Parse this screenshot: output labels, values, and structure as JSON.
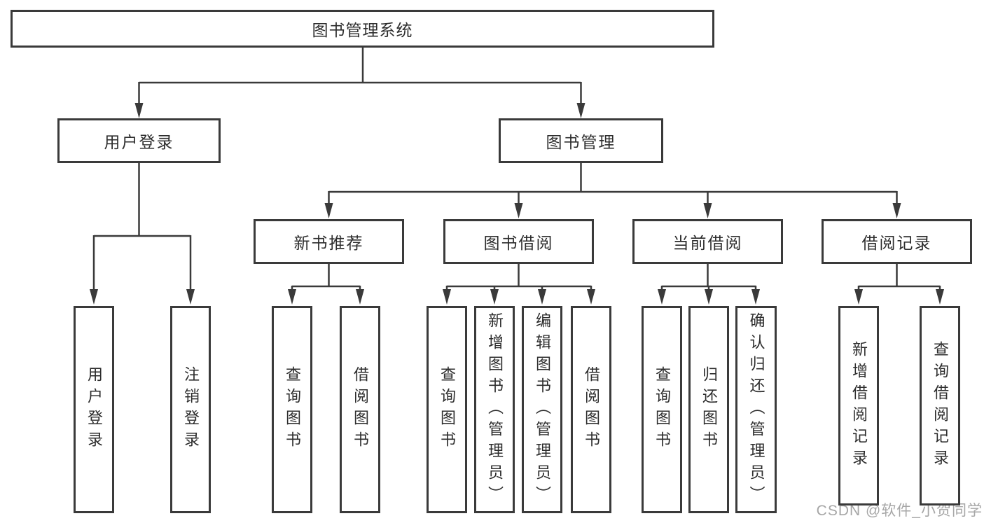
{
  "diagram_title": "图书管理系统",
  "colors": {
    "line": "#3a3a3a",
    "box_border": "#3a3a3a",
    "text": "#2d2d2d",
    "watermark": "#a6a6a6",
    "background": "#ffffff"
  },
  "tree": {
    "root": {
      "label": "图书管理系统",
      "children": [
        {
          "label": "用户登录",
          "children": [
            {
              "label": "用户登录"
            },
            {
              "label": "注销登录"
            }
          ]
        },
        {
          "label": "图书管理",
          "children": [
            {
              "label": "新书推荐",
              "children": [
                {
                  "label": "查询图书"
                },
                {
                  "label": "借阅图书"
                }
              ]
            },
            {
              "label": "图书借阅",
              "children": [
                {
                  "label": "查询图书"
                },
                {
                  "label": "新增图书（管理员）"
                },
                {
                  "label": "编辑图书（管理员）"
                },
                {
                  "label": "借阅图书"
                }
              ]
            },
            {
              "label": "当前借阅",
              "children": [
                {
                  "label": "查询图书"
                },
                {
                  "label": "归还图书"
                },
                {
                  "label": "确认归还（管理员）"
                }
              ]
            },
            {
              "label": "借阅记录",
              "children": [
                {
                  "label": "新增借阅记录"
                },
                {
                  "label": "查询借阅记录"
                }
              ]
            }
          ]
        }
      ]
    }
  },
  "watermark": {
    "text": "CSDN @软件_小贺同学"
  }
}
